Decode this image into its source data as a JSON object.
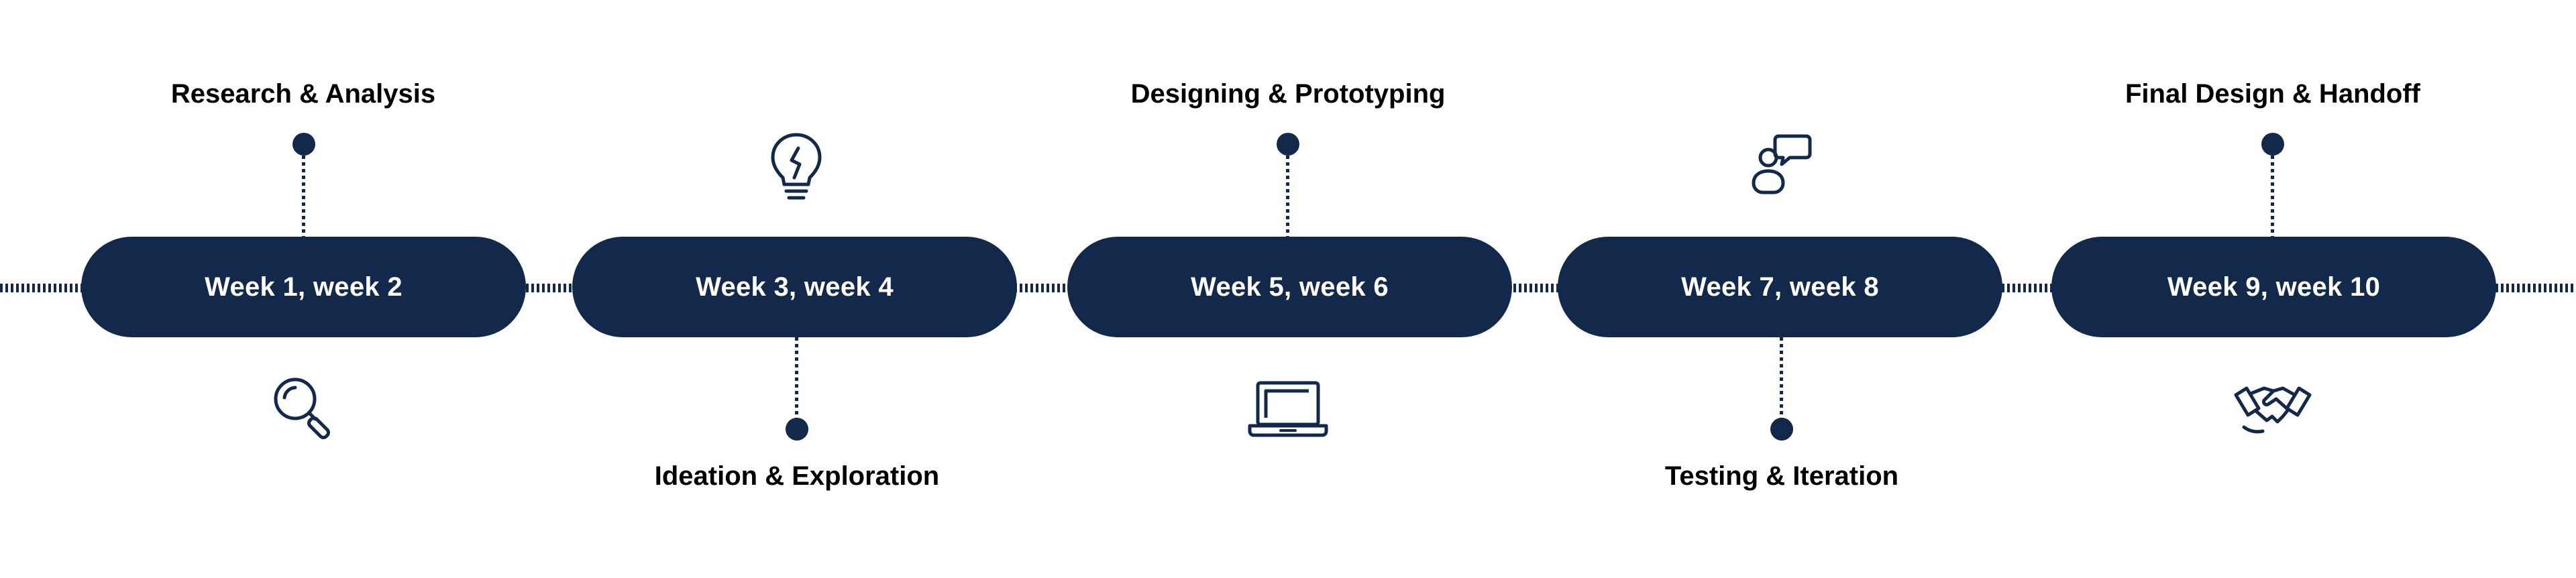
{
  "colors": {
    "navy": "#13294b",
    "text": "#000000",
    "background": "#ffffff"
  },
  "stages": [
    {
      "week": "Week 1, week 2",
      "title": "Research & Analysis",
      "title_position": "top",
      "icon": "magnifier-icon"
    },
    {
      "week": "Week 3, week 4",
      "title": "Ideation & Exploration",
      "title_position": "bottom",
      "icon": "lightbulb-icon"
    },
    {
      "week": "Week 5, week 6",
      "title": "Designing & Prototyping",
      "title_position": "top",
      "icon": "laptop-icon"
    },
    {
      "week": "Week 7, week 8",
      "title": "Testing & Iteration",
      "title_position": "bottom",
      "icon": "user-chat-icon"
    },
    {
      "week": "Week 9, week 10",
      "title": "Final Design & Handoff",
      "title_position": "top",
      "icon": "handshake-icon"
    }
  ]
}
